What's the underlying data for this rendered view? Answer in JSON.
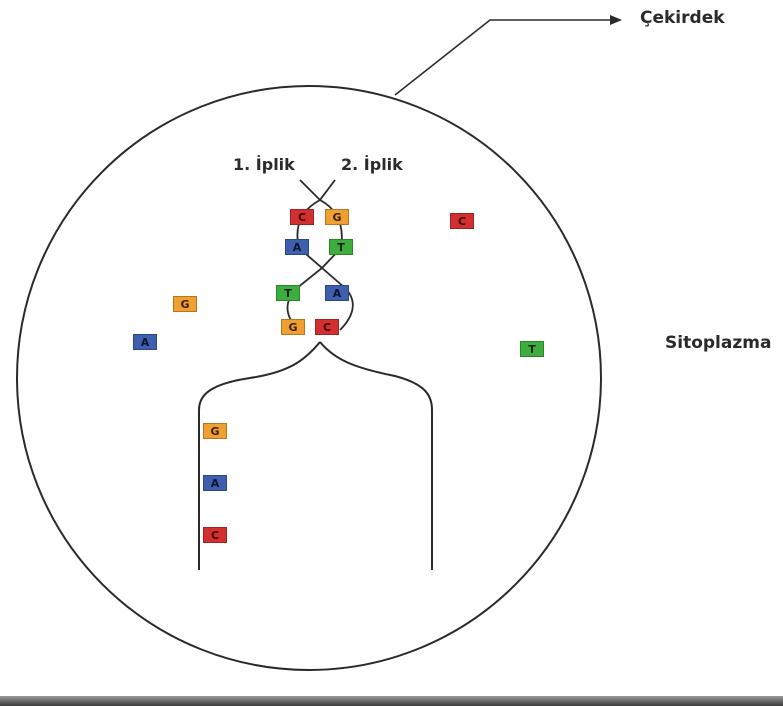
{
  "labels": {
    "nucleus": "Çekirdek",
    "cytoplasm": "Sitoplazma",
    "strand1": "1. İplik",
    "strand2": "2. İplik"
  },
  "colors": {
    "A": "#3d5fae",
    "T": "#3dae3d",
    "G": "#f0a030",
    "C": "#d23030",
    "line": "#2a2a2a"
  },
  "bases": {
    "helix": [
      "C",
      "G",
      "A",
      "T",
      "T",
      "A",
      "G",
      "C"
    ],
    "free": [
      "C",
      "G",
      "A",
      "T"
    ],
    "channel": [
      "G",
      "A",
      "C"
    ]
  }
}
